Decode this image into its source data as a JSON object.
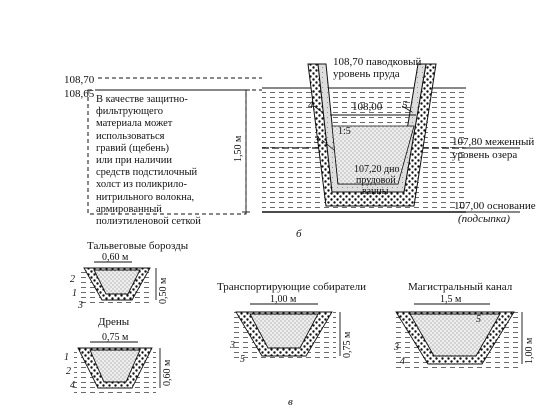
{
  "elevations": {
    "e108_70_left": "108,70",
    "e108_65": "108,65",
    "flood_a": "108,70 паводковый",
    "flood_b": "уровень пруда",
    "e108_00": "108,00",
    "low_a": "107,80 меженный",
    "low_b": "уровень озера",
    "bottom_a": "107,20 дно",
    "bottom_b": "прудовой",
    "bottom_c": "ванны",
    "base_a": "107,00 основание",
    "base_b": "(подсыпка)"
  },
  "main": {
    "height": "1,50 м",
    "slope": "1:5",
    "num_3": "3",
    "num_4": "4",
    "num_5": "5",
    "fig_label": "б"
  },
  "note_lines": [
    "В качестве защитно-",
    "фильтрующего",
    "материала может",
    "использоваться",
    "гравий (щебень)",
    "или при наличии",
    "средств  подстилочный",
    "холст из поликрило-",
    "нитрильного волокна,",
    "армированный",
    "полиэтиленовой сеткой"
  ],
  "sections": {
    "talweg": {
      "title": "Тальвеговые борозды",
      "width": "0,60 м",
      "height": "0,50 м",
      "n1": "1",
      "n2": "2",
      "n3": "3"
    },
    "drains": {
      "title": "Дрены",
      "width": "0,75 м",
      "height": "0,60 м",
      "n1": "1",
      "n2": "2",
      "n4": "4"
    },
    "transport": {
      "title": "Транспортирующие собиратели",
      "width": "1,00 м",
      "height": "0,75 м",
      "n3": "3",
      "n5": "5"
    },
    "canal": {
      "title": "Магистральный канал",
      "width": "1,5 м",
      "height": "1,00 м",
      "n3": "3",
      "n4": "4",
      "n5": "5"
    },
    "fig_label": "в"
  }
}
